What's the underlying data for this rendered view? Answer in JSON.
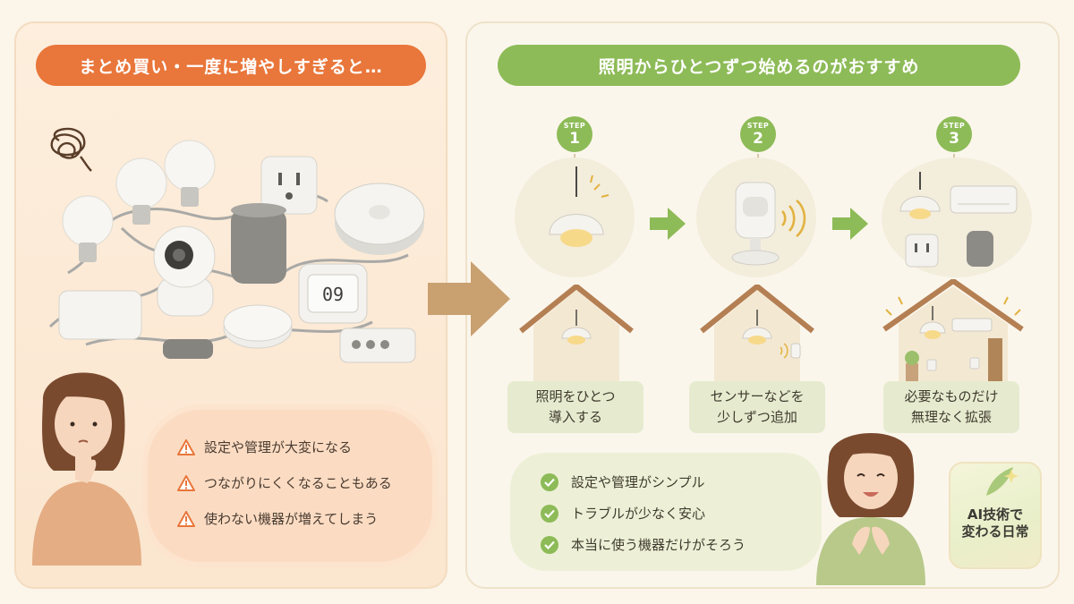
{
  "left": {
    "title": "まとめ買い・一度に増やしすぎると…",
    "warnings": [
      "設定や管理が大変になる",
      "つながりにくくなることもある",
      "使わない機器が増えてしまう"
    ],
    "timer_display": "09"
  },
  "right": {
    "title": "照明からひとつずつ始めるのがおすすめ",
    "steps": [
      {
        "label": "STEP",
        "number": "1",
        "caption_line1": "照明をひとつ",
        "caption_line2": "導入する"
      },
      {
        "label": "STEP",
        "number": "2",
        "caption_line1": "センサーなどを",
        "caption_line2": "少しずつ追加"
      },
      {
        "label": "STEP",
        "number": "3",
        "caption_line1": "必要なものだけ",
        "caption_line2": "無理なく拡張"
      }
    ],
    "benefits": [
      "設定や管理がシンプル",
      "トラブルが少なく安心",
      "本当に使う機器だけがそろう"
    ]
  },
  "logo": {
    "line1": "AI技術で",
    "line2": "変わる日常"
  },
  "colors": {
    "orange": "#e9763a",
    "green": "#8dbb57",
    "arrow_brown": "#c9a070"
  }
}
